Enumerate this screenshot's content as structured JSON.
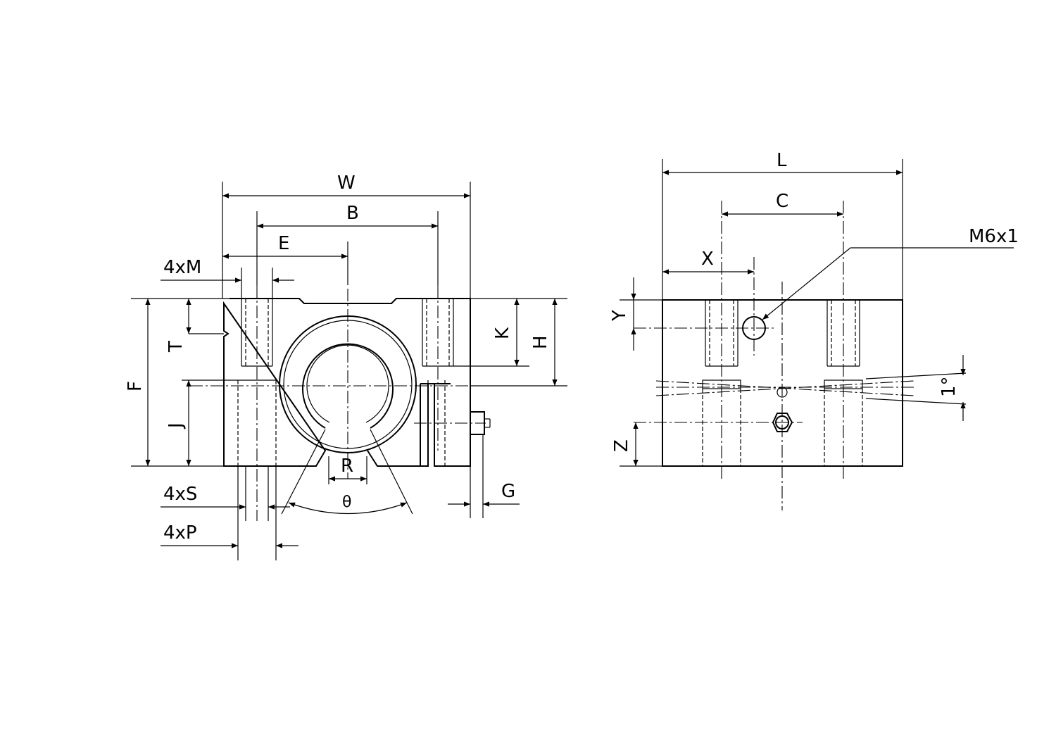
{
  "front_view": {
    "labels": {
      "W": "W",
      "B": "B",
      "E": "E",
      "M": "4xM",
      "T": "T",
      "F": "F",
      "J": "J",
      "K": "K",
      "H": "H",
      "R": "R",
      "S": "4xS",
      "P": "4xP",
      "theta": "θ",
      "G": "G"
    }
  },
  "side_view": {
    "labels": {
      "L": "L",
      "C": "C",
      "X": "X",
      "Y": "Y",
      "Z": "Z",
      "thread": "M6x1",
      "angle": "1°"
    }
  }
}
